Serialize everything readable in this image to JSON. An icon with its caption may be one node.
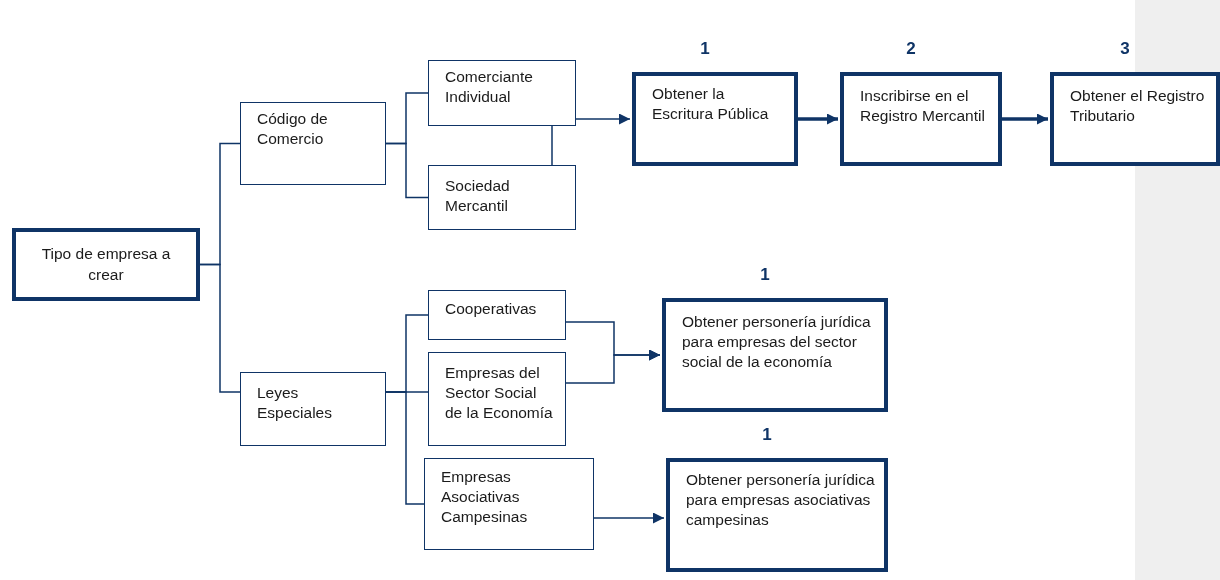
{
  "diagram": {
    "nodes": [
      {
        "text": [
          "Tipo de empresa a crear"
        ]
      },
      {
        "text": [
          "Código de Comercio"
        ]
      },
      {
        "text": [
          "Comerciante Individual"
        ]
      },
      {
        "text": [
          "Sociedad Mercantil"
        ]
      },
      {
        "text": [
          "Obtener la Escritura Pública"
        ],
        "beside": [
          "1"
        ]
      },
      {
        "text": [
          "Inscribirse en el Registro Mercantil"
        ],
        "beside": [
          "2"
        ]
      },
      {
        "text": [
          "Obtener el Registro Tributario"
        ],
        "beside": [
          "3"
        ]
      },
      {
        "text": [
          "Leyes Especiales"
        ]
      },
      {
        "text": [
          "Cooperativas"
        ]
      },
      {
        "text": [
          "Empresas del Sector Social de la Economía"
        ]
      },
      {
        "text": [
          "Empresas Asociativas Campesinas"
        ]
      },
      {
        "text": [
          "Obtener personería jurídica para empresas del sector social de la economía"
        ],
        "beside": [
          "1"
        ]
      },
      {
        "text": [
          "Obtener personería jurídica para empresas asociativas campesinas"
        ],
        "beside": [
          "1"
        ]
      }
    ],
    "edges": [
      {
        "from": 0,
        "to": 1,
        "arrow": "none"
      },
      {
        "from": 0,
        "to": 7,
        "arrow": "none"
      },
      {
        "from": 1,
        "to": 2,
        "arrow": "none"
      },
      {
        "from": 1,
        "to": 3,
        "arrow": "none"
      },
      {
        "from": 2,
        "to": 3,
        "arrow": "none"
      },
      {
        "from": 2,
        "to": 4,
        "arrow": "to"
      },
      {
        "from": 4,
        "to": 5,
        "arrow": "to",
        "style": "thick"
      },
      {
        "from": 5,
        "to": 6,
        "arrow": "to",
        "style": "thick"
      },
      {
        "from": 7,
        "to": 8,
        "arrow": "none"
      },
      {
        "from": 7,
        "to": 9,
        "arrow": "none"
      },
      {
        "from": 7,
        "to": 10,
        "arrow": "none"
      },
      {
        "from": 8,
        "to": 11,
        "arrow": "to"
      },
      {
        "from": 9,
        "to": 11,
        "arrow": "to"
      },
      {
        "from": 10,
        "to": 12,
        "arrow": "to"
      }
    ]
  }
}
